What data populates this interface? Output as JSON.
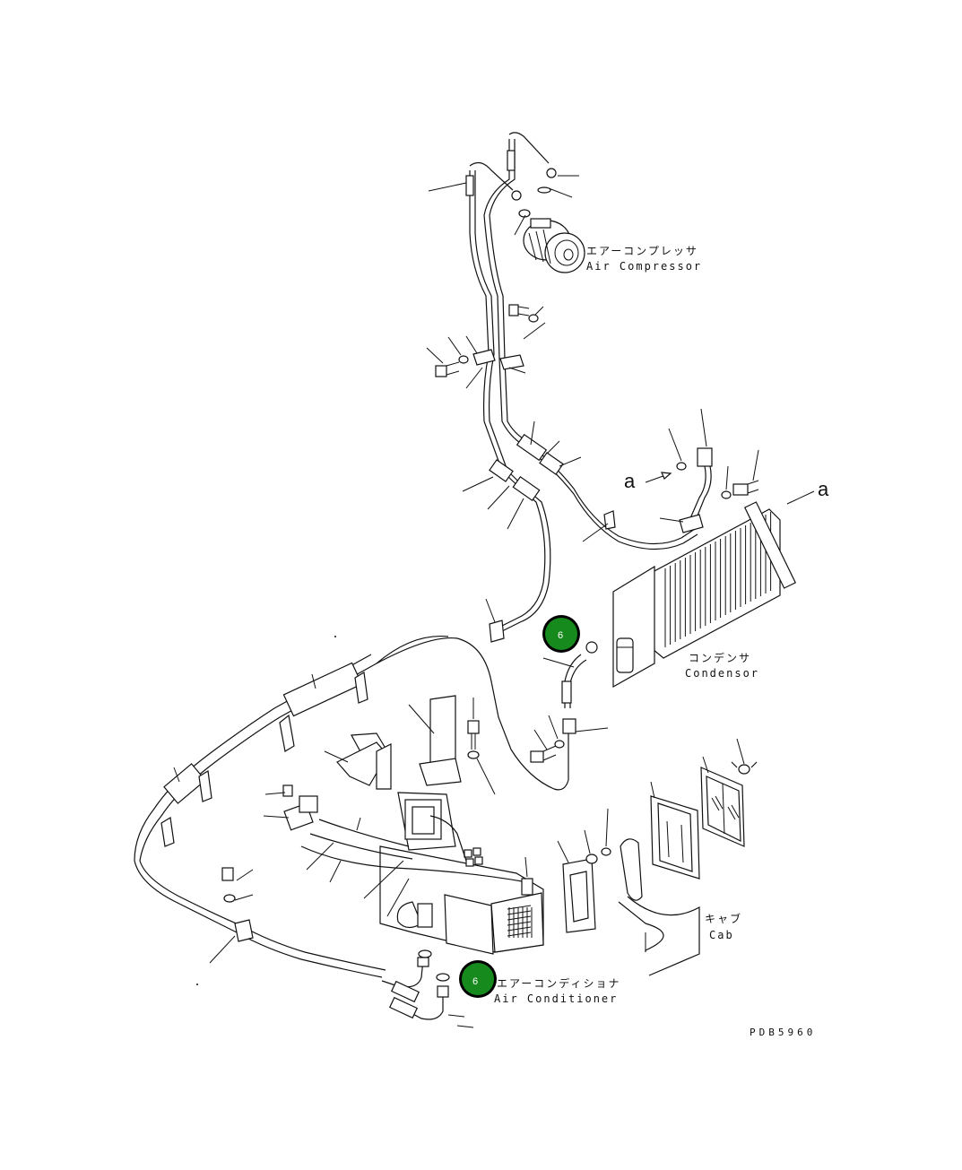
{
  "labels": {
    "compressor_jp": "エアーコンプレッサ",
    "compressor_en": "Air Compressor",
    "condenser_jp": "コンデンサ",
    "condenser_en": "Condensor",
    "cab_jp": "キャブ",
    "cab_en": "Cab",
    "aircon_jp": "エアーコンディショナ",
    "aircon_en": "Air Conditioner",
    "ref_a": "a",
    "drawing_no": "PDB5960"
  },
  "hotspots": [
    {
      "id": "callout-condenser",
      "number": "6"
    },
    {
      "id": "callout-aircon",
      "number": "6"
    }
  ],
  "colors": {
    "hotspot_fill": "#178a1d",
    "hotspot_ring": "#000000",
    "line": "#111111"
  }
}
